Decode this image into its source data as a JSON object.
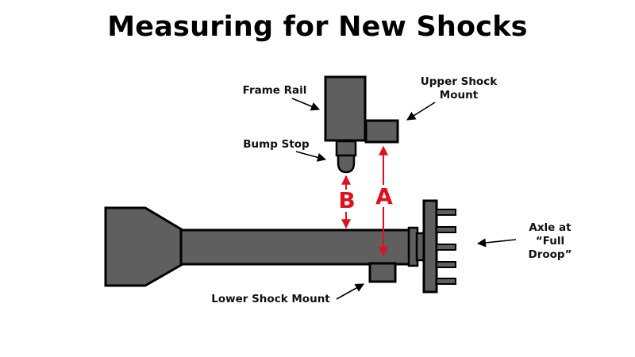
{
  "title": "Measuring for New Shocks",
  "labels": {
    "frame_rail": "Frame Rail",
    "upper_shock_mount_1": "Upper Shock",
    "upper_shock_mount_2": "Mount",
    "bump_stop": "Bump Stop",
    "lower_shock_mount": "Lower Shock Mount",
    "axle_1": "Axle at",
    "axle_2": "“Full",
    "axle_3": "Droop”",
    "dimension_a": "A",
    "dimension_b": "B"
  },
  "colors": {
    "part_fill": "#5f5f5f",
    "outline": "#000000",
    "dimension": "#e0101c",
    "text": "#111111"
  }
}
